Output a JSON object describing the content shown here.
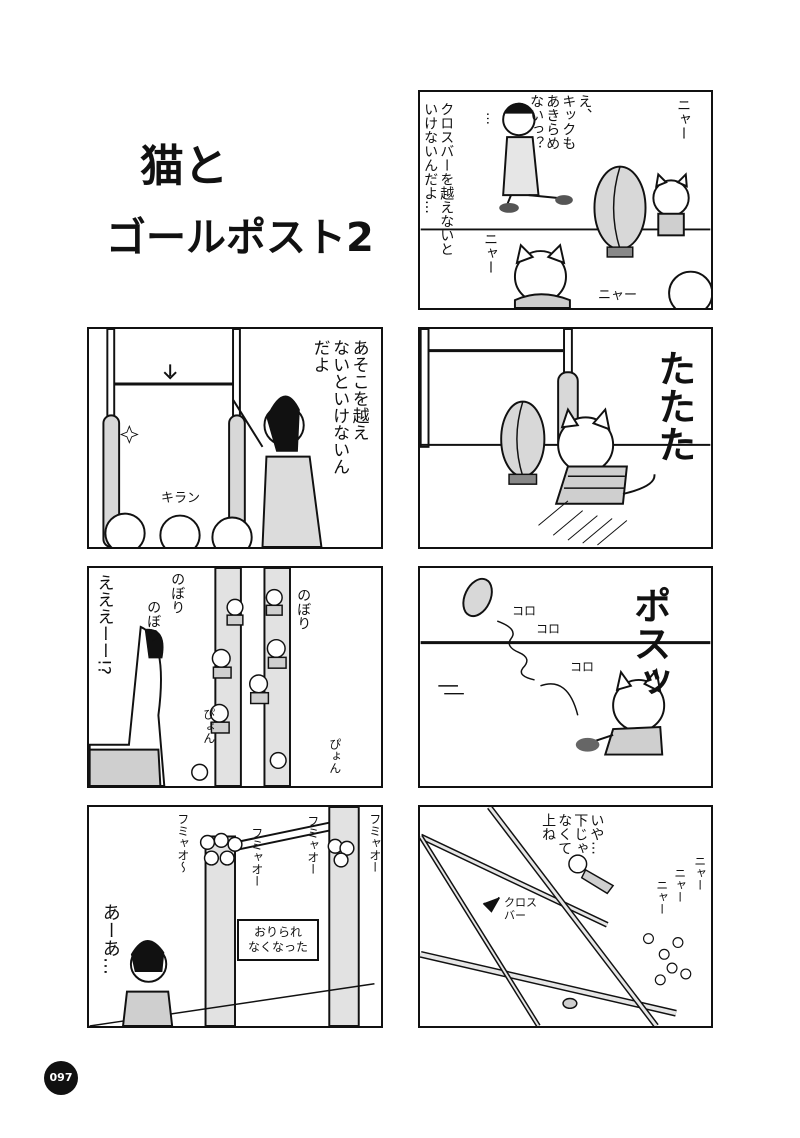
{
  "title": {
    "line1": "猫と",
    "line2": "ゴールポスト2"
  },
  "page_number": "097",
  "panels": {
    "p1": {
      "bubble": [
        "え、",
        "キックも",
        "あきらめ",
        "ないっ？"
      ],
      "dots": "…",
      "narration": [
        "クロスバーを越えないと",
        "いけないんだよ…"
      ],
      "cat_sounds": [
        "ニャー",
        "ニャー",
        "ニャー"
      ]
    },
    "p2": {
      "bubble": [
        "あそこを越え",
        "ないといけないん",
        "だよ"
      ],
      "sparkle": "キラン"
    },
    "p3": {
      "sfx": "たたた"
    },
    "p4": {
      "climb1": "のぼり",
      "climb2": "のぼり",
      "climb3": "のぼり",
      "hop1": "ぴょん",
      "hop2": "ぴょん",
      "exclaim": "えええーー!?"
    },
    "p5": {
      "sfx": "ポスッ",
      "roll1": "コロ",
      "roll2": "コロ",
      "roll3": "コロ"
    },
    "p6": {
      "cries": [
        "フミャオー",
        "フミャオー",
        "フミャオ〜",
        "フミャオー"
      ],
      "sign": [
        "おりられ",
        "なくなった"
      ],
      "sigh": "あーあ…"
    },
    "p7": {
      "bubble": [
        "いや…",
        "下じゃ",
        "なくて",
        "上ね"
      ],
      "cat_sounds": [
        "ニャー",
        "ニャー",
        "ニャー"
      ],
      "label": [
        "クロス",
        "バー"
      ]
    }
  }
}
